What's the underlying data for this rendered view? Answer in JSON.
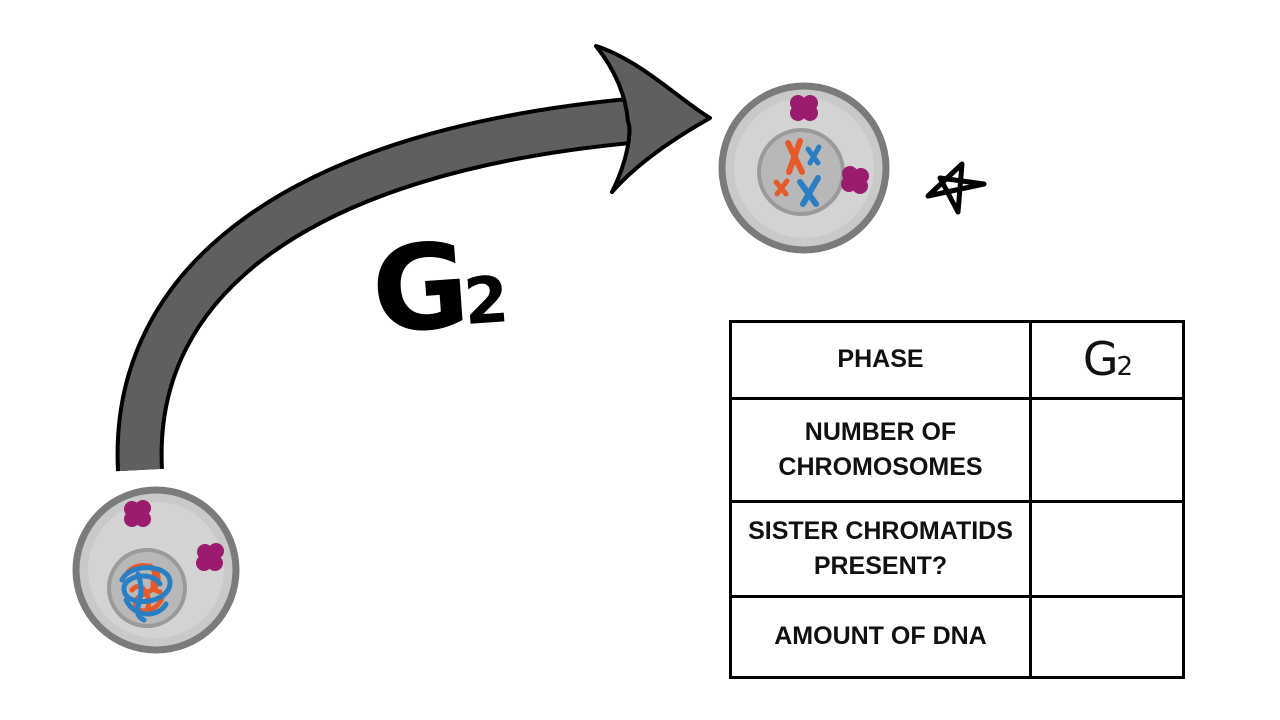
{
  "diagram": {
    "phase_label": "G",
    "phase_label_subscript": "2",
    "colors": {
      "arrow": "#5f5f5f",
      "cell_membrane": "#7b7b7b",
      "cytoplasm": "#c9c9c9",
      "nucleus": "#b8b8b8",
      "centrosome": "#9b1b6e",
      "chromosome_maternal": "#e65a2a",
      "chromosome_paternal": "#2a7fc4"
    },
    "icons": [
      "curved-arrow-icon",
      "star-icon"
    ]
  },
  "table": {
    "rows": [
      {
        "label": "PHASE",
        "value": "G",
        "value_sub": "2"
      },
      {
        "label": "NUMBER OF CHROMOSOMES",
        "value": ""
      },
      {
        "label": "SISTER CHROMATIDS PRESENT?",
        "value": ""
      },
      {
        "label": "AMOUNT OF DNA",
        "value": ""
      }
    ]
  }
}
